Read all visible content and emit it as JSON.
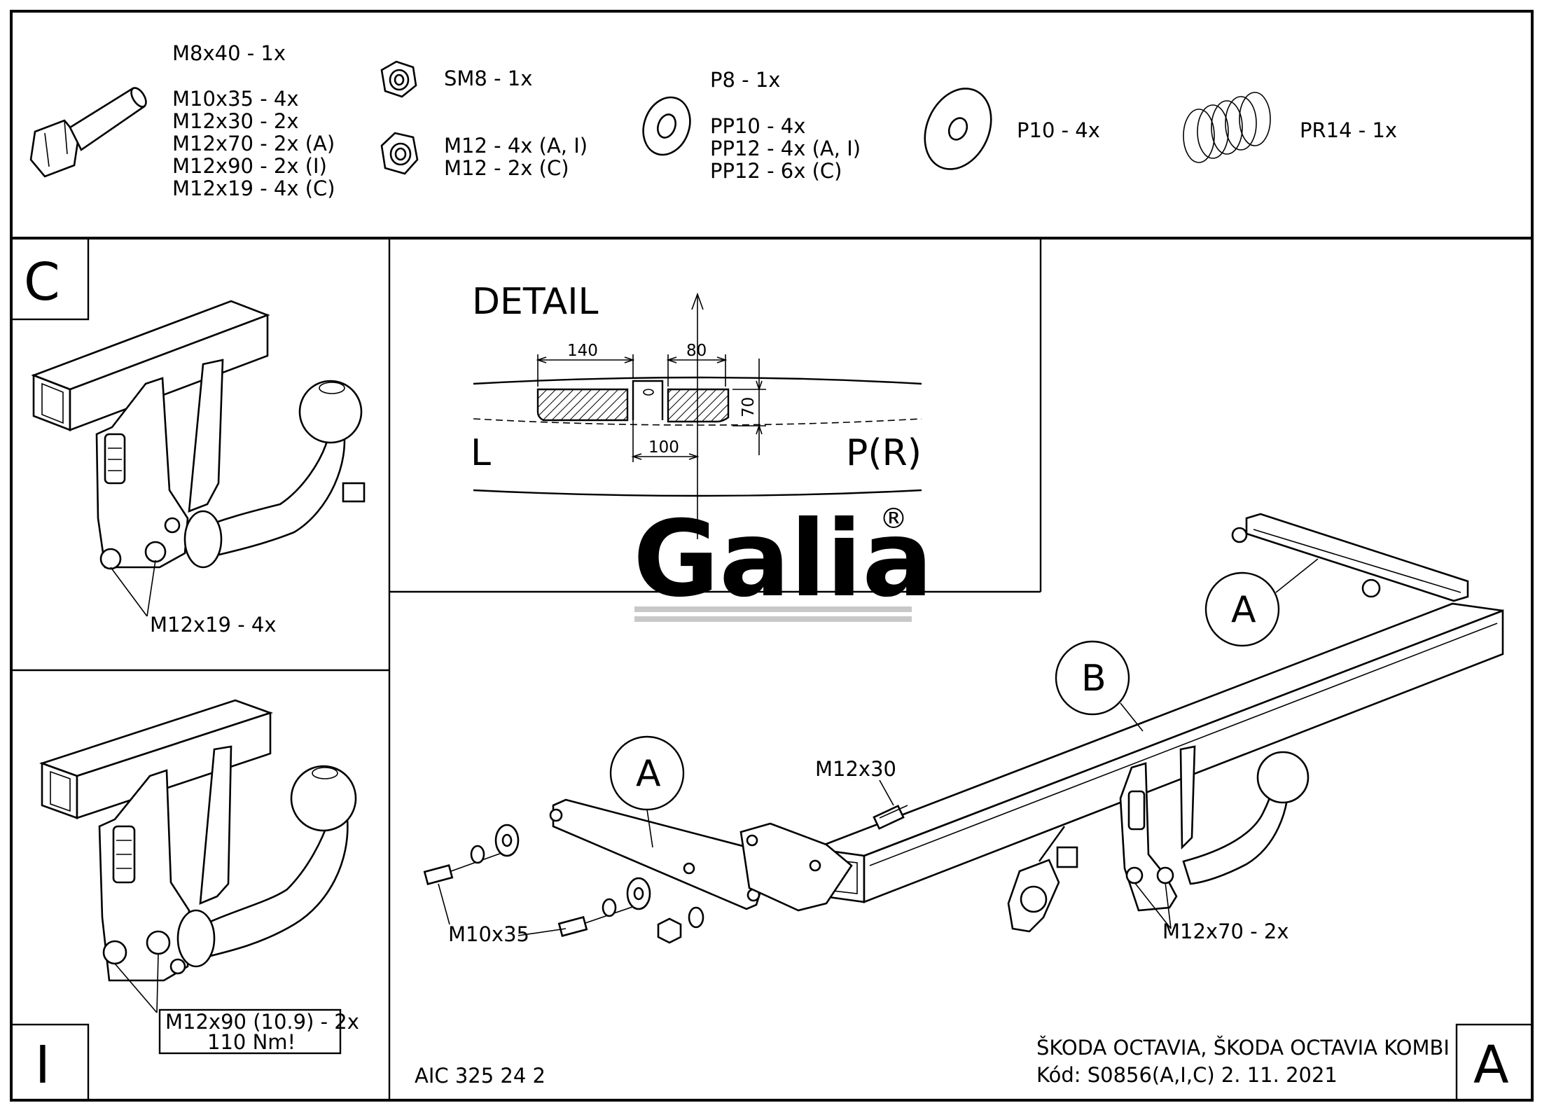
{
  "parts": {
    "bolt": [
      "M8x40 - 1x",
      "M10x35 - 4x",
      "M12x30 - 2x",
      "M12x70 - 2x (A)",
      "M12x90 - 2x (I)",
      "M12x19 - 4x (C)"
    ],
    "sm8": "SM8 - 1x",
    "nut": [
      "M12 - 4x (A, I)",
      "M12 - 2x (C)"
    ],
    "washer_small": [
      "P8 - 1x",
      "PP10 - 4x",
      "PP12 - 4x (A, I)",
      "PP12 - 6x (C)"
    ],
    "washer_large": "P10 - 4x",
    "spring": "PR14 - 1x"
  },
  "panel_c": {
    "letter": "C",
    "bolt_label": "M12x19 - 4x"
  },
  "panel_i": {
    "letter": "I",
    "bolt_label_line1": "M12x90 (10.9) - 2x",
    "bolt_label_line2": "110 Nm!"
  },
  "detail": {
    "title": "DETAIL",
    "dim_140": "140",
    "dim_80": "80",
    "dim_70": "70",
    "dim_100": "100",
    "left": "L",
    "right": "P(R)"
  },
  "logo": {
    "text": "Galia",
    "mark": "®"
  },
  "main": {
    "callout_a": "A",
    "callout_b": "B",
    "m12x30": "M12x30",
    "m10x35": "M10x35",
    "m12x70": "M12x70 - 2x"
  },
  "footer": {
    "code": "AIC 325 24 2",
    "vehicle": "ŠKODA OCTAVIA, ŠKODA OCTAVIA KOMBI",
    "kod": "Kód: S0856(A,I,C)  2. 11. 2021",
    "corner_letter": "A"
  },
  "colors": {
    "line": "#000000",
    "logo": "#c8c8c8",
    "hatch": "#000000"
  }
}
